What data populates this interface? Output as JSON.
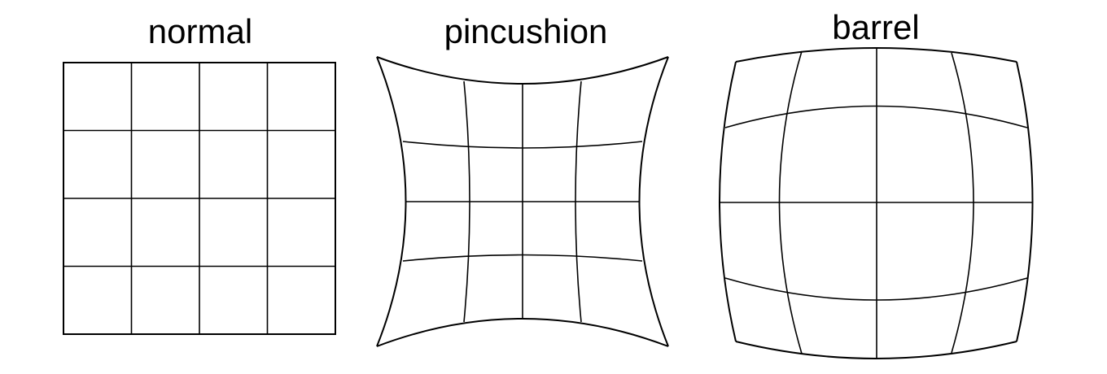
{
  "panels": [
    {
      "id": "normal",
      "label": "normal",
      "distortion": "none"
    },
    {
      "id": "pincushion",
      "label": "pincushion",
      "distortion": "pincushion"
    },
    {
      "id": "barrel",
      "label": "barrel",
      "distortion": "barrel"
    }
  ],
  "grid": {
    "cells_per_side": 4
  },
  "colors": {
    "line": "#000000",
    "background": "#ffffff"
  }
}
